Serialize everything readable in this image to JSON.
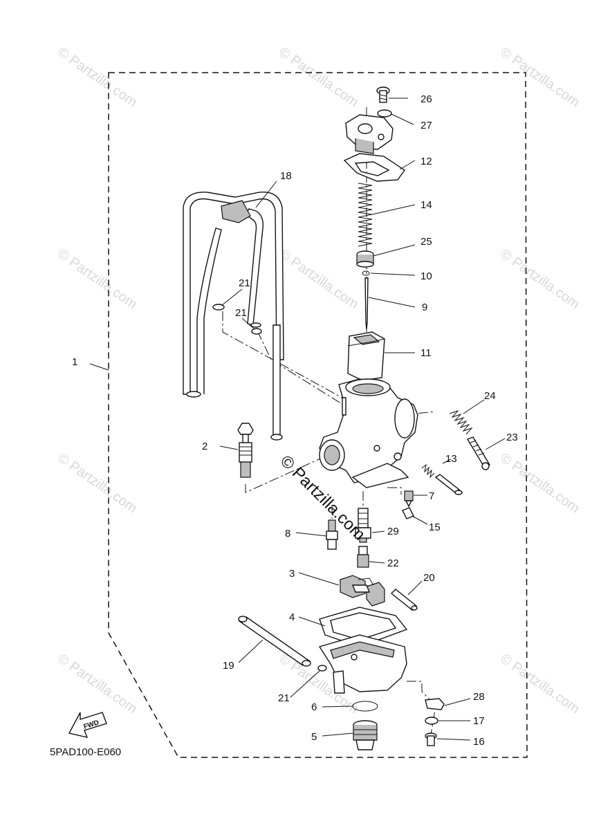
{
  "diagram_code": "5PAD100-E060",
  "fwd_label": "FWD",
  "watermark_small": "© Partzilla.com",
  "watermark_center": "© Partzilla.com",
  "callouts": {
    "c1": "1",
    "c2": "2",
    "c3": "3",
    "c4": "4",
    "c5": "5",
    "c6": "6",
    "c7": "7",
    "c8": "8",
    "c9": "9",
    "c10": "10",
    "c11": "11",
    "c12": "12",
    "c13": "13",
    "c14": "14",
    "c15": "15",
    "c16": "16",
    "c17": "17",
    "c18": "18",
    "c19": "19",
    "c20": "20",
    "c21a": "21",
    "c21b": "21",
    "c21c": "21",
    "c22": "22",
    "c23": "23",
    "c24": "24",
    "c25": "25",
    "c26": "26",
    "c27": "27",
    "c28": "28",
    "c29": "29"
  }
}
